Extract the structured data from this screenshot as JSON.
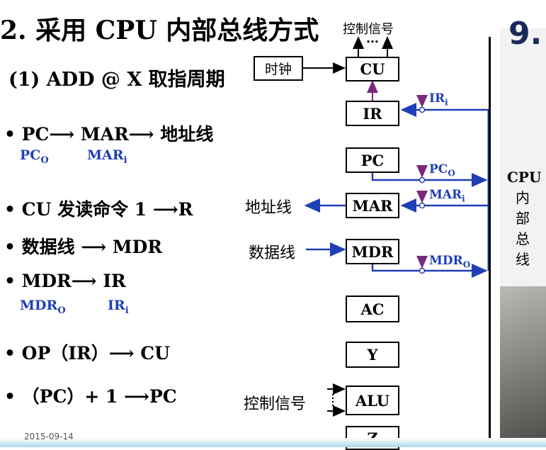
{
  "title": "2. 采用 CPU 内部总线方式",
  "subtitle": "(1) ADD @ X 取指周期",
  "steps": [
    {
      "text": "• PC⟶ MAR⟶ 地址线",
      "ctrl_a": "PC",
      "ctrl_a_sub": "O",
      "ctrl_b": "MAR",
      "ctrl_b_sub": "i"
    },
    {
      "text": "• CU 发读命令 1 ⟶R"
    },
    {
      "text": "• 数据线 ⟶ MDR"
    },
    {
      "text": "• MDR⟶ IR",
      "ctrl_a": "MDR",
      "ctrl_a_sub": "O",
      "ctrl_b": "IR",
      "ctrl_b_sub": "i"
    },
    {
      "text": "• OP（IR）⟶ CU"
    },
    {
      "text": "• （PC）+ 1 ⟶PC"
    }
  ],
  "diagram": {
    "ctrl_signal_top": "控制信号",
    "dots": "…",
    "clock": "时钟",
    "registers": [
      "CU",
      "IR",
      "PC",
      "MAR",
      "MDR",
      "AC",
      "Y",
      "ALU",
      "Z"
    ],
    "address_bus": "地址线",
    "data_bus": "数据线",
    "ctrl_signal_bottom": "控制信号",
    "signals": {
      "ir_in": "IR",
      "ir_in_sub": "i",
      "pc_out": "PC",
      "pc_out_sub": "O",
      "mar_in": "MAR",
      "mar_in_sub": "i",
      "mdr_out": "MDR",
      "mdr_out_sub": "O"
    },
    "bus_label": [
      "CPU",
      "内",
      "部",
      "总",
      "线"
    ]
  },
  "section_number": "9.",
  "date": "2015-09-14",
  "colors": {
    "signal": "#1f3fb5",
    "arrow_purple": "#7a2a7a",
    "bus": "#1f3fb5"
  }
}
